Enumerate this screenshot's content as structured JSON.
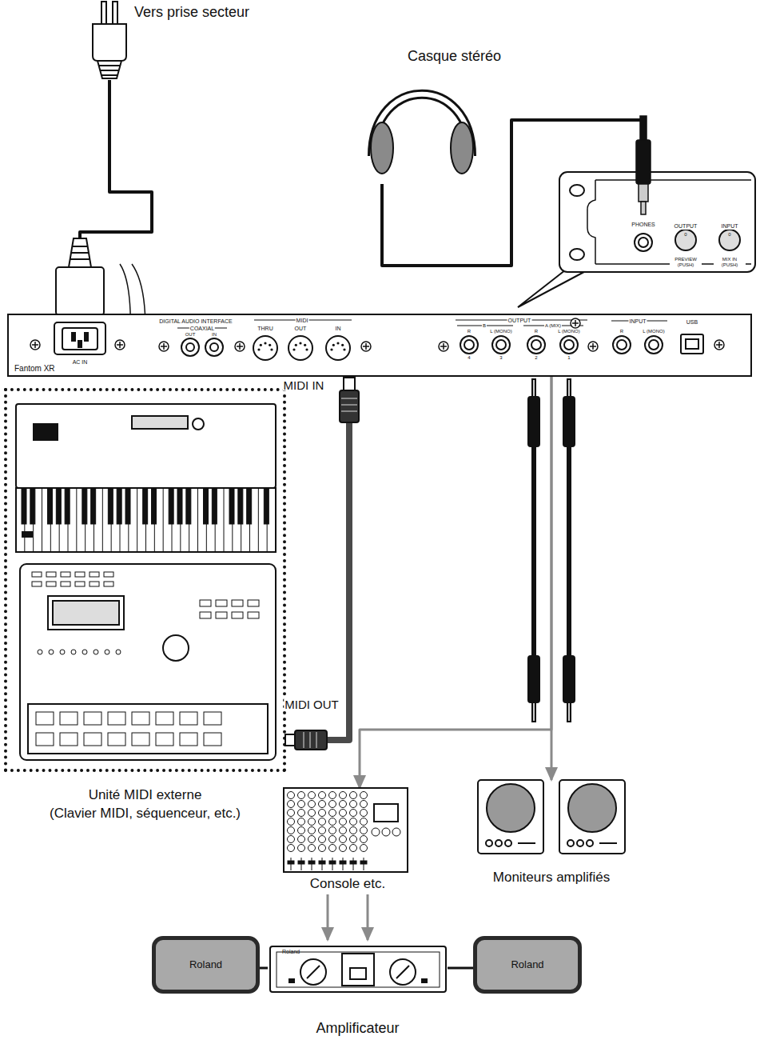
{
  "diagram": {
    "nodes": [
      {
        "text": [
          "Vers prise secteur"
        ]
      },
      {
        "text": [
          "Casque stéréo"
        ]
      },
      {
        "text": [
          "PHONES",
          "OUTPUT",
          "PREVIEW (PUSH)",
          "INPUT",
          "MIX IN (PUSH)"
        ]
      },
      {
        "text": [
          "Fantom XR"
        ]
      },
      {
        "text": [
          "Unité MIDI externe",
          "(Clavier MIDI, séquenceur, etc.)"
        ]
      },
      {
        "text": [
          "Console etc."
        ]
      },
      {
        "text": [
          "Moniteurs amplifiés"
        ]
      },
      {
        "text": [
          "Roland"
        ]
      },
      {
        "text": [
          "Roland",
          "Amplificateur"
        ]
      },
      {
        "text": [
          "Roland"
        ]
      }
    ],
    "edges": [
      {
        "from": 0,
        "to": 3,
        "arrow": "none"
      },
      {
        "from": 1,
        "to": 2,
        "arrow": "none"
      },
      {
        "from": 3,
        "to": 4,
        "arrow": "none"
      },
      {
        "from": 3,
        "to": 5,
        "arrow": "to"
      },
      {
        "from": 3,
        "to": 6,
        "arrow": "to"
      },
      {
        "from": 5,
        "to": 8,
        "arrow": "to"
      },
      {
        "from": 5,
        "to": 8,
        "arrow": "to"
      },
      {
        "from": 8,
        "to": 7,
        "arrow": "none"
      },
      {
        "from": 8,
        "to": 9,
        "arrow": "none"
      }
    ],
    "labels": [
      "DIGITAL AUDIO INTERFACE",
      "COAXIAL",
      "OUT",
      "IN",
      "MIDI",
      "THRU",
      "OUT",
      "IN",
      "OUTPUT",
      "B",
      "A (MIX)",
      "R",
      "L (MONO)",
      "R",
      "L (MONO)",
      "4",
      "3",
      "2",
      "1",
      "INPUT",
      "R",
      "L (MONO)",
      "USB",
      "AC IN",
      "MIDI IN",
      "MIDI OUT",
      "0",
      "0"
    ]
  }
}
